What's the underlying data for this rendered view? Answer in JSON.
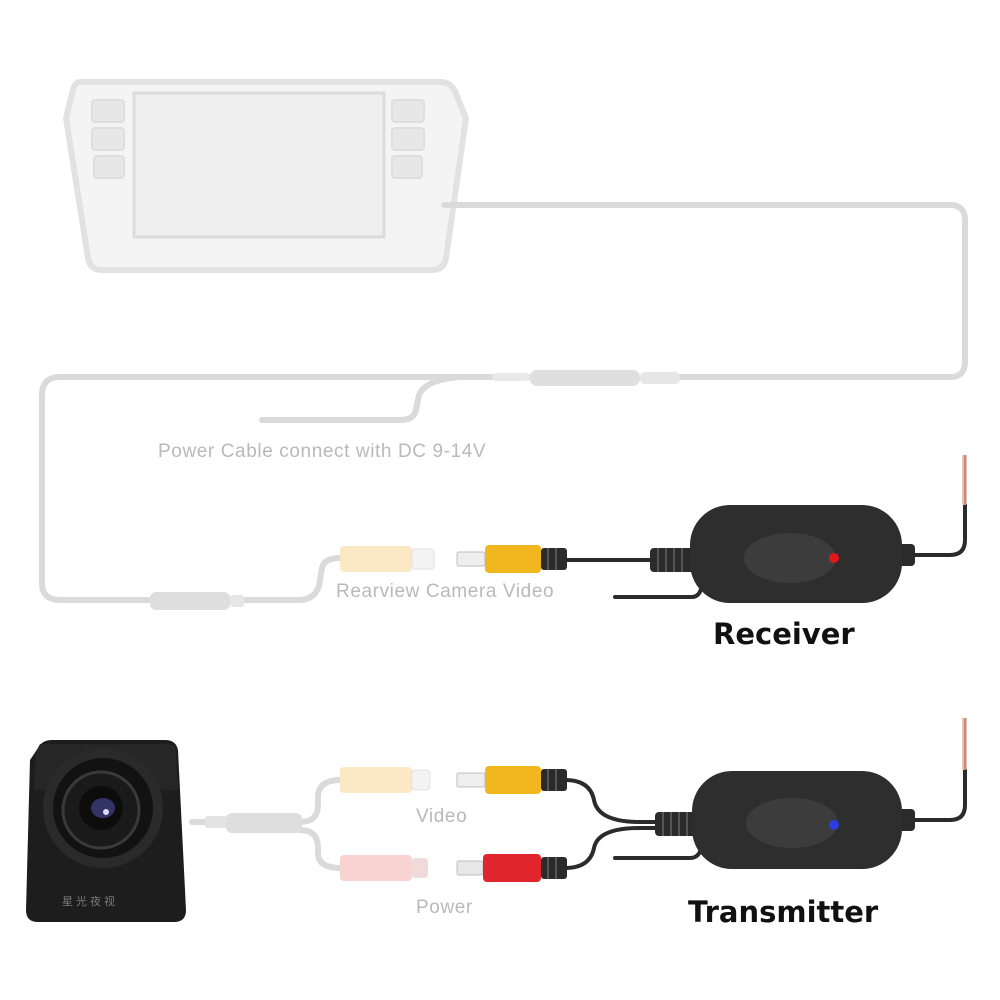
{
  "labels": {
    "power_cable": "Power Cable connect with DC 9-14V",
    "rearview_video": "Rearview Camera Video",
    "receiver": "Receiver",
    "video": "Video",
    "power": "Power",
    "transmitter": "Transmitter"
  },
  "colors": {
    "ghost_gray": "#d7d7d7",
    "cable_dark": "#2b2b2b",
    "rca_yellow": "#f2b61f",
    "rca_red": "#e0262c",
    "receiver_led": "#e01818",
    "transmitter_led": "#2a3de0"
  }
}
